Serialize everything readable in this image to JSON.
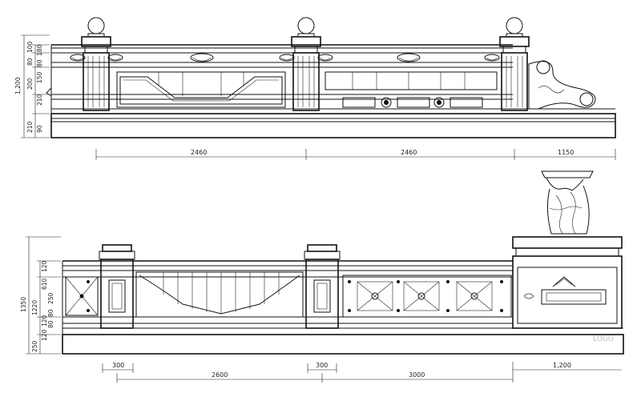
{
  "top_elevation": {
    "vertical_dims": [
      "1,200",
      "100",
      "200",
      "80",
      "150",
      "80",
      "180",
      "210",
      "210",
      "90"
    ],
    "horizontal_dims": [
      "2460",
      "2460",
      "1150"
    ]
  },
  "bottom_elevation": {
    "vertical_dims": [
      "1350",
      "1220",
      "250",
      "120",
      "610",
      "120",
      "120",
      "250",
      "80",
      "80"
    ],
    "horizontal_dims": [
      "300",
      "2600",
      "300",
      "3000",
      "1,200"
    ]
  },
  "watermark": "LOGO"
}
